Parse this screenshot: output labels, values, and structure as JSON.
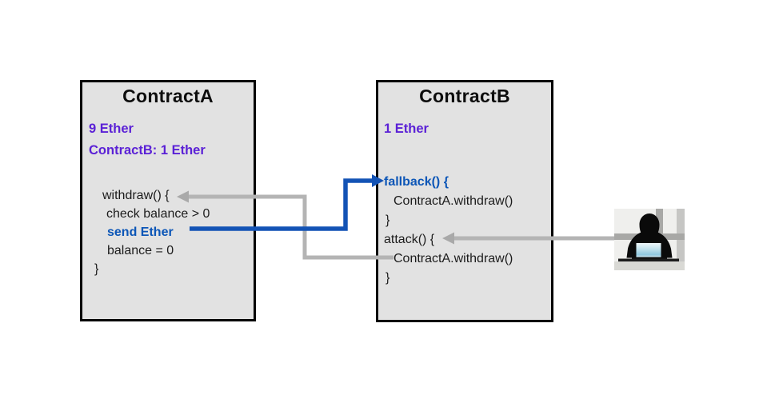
{
  "contract_a": {
    "title": "ContractA",
    "balances": [
      "9 Ether",
      "ContractB: 1 Ether"
    ],
    "code": [
      "withdraw() {",
      "check balance > 0",
      "send Ether",
      "balance = 0",
      "}"
    ]
  },
  "contract_b": {
    "title": "ContractB",
    "balances": [
      "1 Ether"
    ],
    "code": [
      "fallback() {",
      "ContractA.withdraw()",
      "}",
      "attack() {",
      "ContractA.withdraw()",
      "}"
    ]
  },
  "colors": {
    "box_fill": "#e2e2e2",
    "box_border": "#000000",
    "balance_purple": "#5b21d6",
    "highlight_blue": "#0c56b7",
    "arrow_blue": "#1353b5",
    "arrow_gray": "#b4b4b4",
    "arrow_gray_head": "#a9a9a9"
  },
  "icons": {
    "hacker": "hacker-silhouette"
  }
}
